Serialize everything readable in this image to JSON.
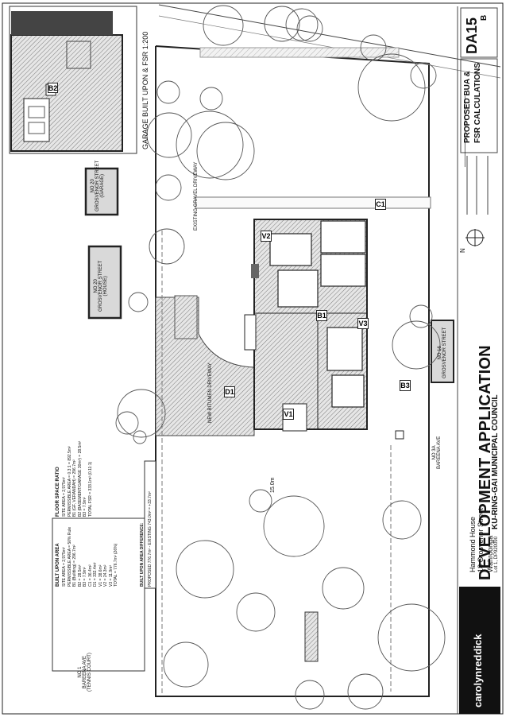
{
  "sheet": {
    "title": "DEVELOPMENT APPLICATION",
    "council": "KU-RING-GAI MUNICIPAL COUNCIL",
    "drawing_title_line1": "PROPOSED BUA &",
    "drawing_title_line2": "FSR CALCULATIONS",
    "drawing_number": "DA15",
    "revision": "B",
    "north_label": "N",
    "project_name": "Hammond House",
    "project_address": "18 Grosvenor Street",
    "project_suburb": "Wahroonga",
    "project_lot": "Lot 1, DP920090",
    "firm": "carolynreddick",
    "detail_title": "GARAGE BUILT UPON & FSR 1:200"
  },
  "neighbours": {
    "left": "NO 1\nBAREENA AVE\n(TENNIS COURT)",
    "bottom": "NO 3A\nBAREENA AVE",
    "right": "NO 16\nGROSVENOR STREET",
    "house": "NO 20\nGROSVENOR STREET\n(HOUSE)",
    "garage": "NO 20\nGROSVENOR STREET\n(GARAGE)"
  },
  "site_labels": {
    "existing_driveway": "EXISTING GRAVEL DRIVEWAY",
    "new_driveway": "NEW BITUMEN DRIVEWAY",
    "setback": "15.0m"
  },
  "tags": [
    "B1",
    "B2",
    "B3",
    "C1",
    "D1",
    "V1",
    "V2",
    "V3"
  ],
  "built_upon": {
    "title": "BUILT UPON AREA",
    "lines": [
      "SITE AREA = 2,975m²",
      "PERMISSIBLE AREA = 50% Rule",
      "B1 (Building) = 296.7m²",
      "B2 = 28.5m²",
      "B3 = 7.9m²",
      "C1 = 36.4m²",
      "D1 = 332.4m²",
      "V1 = 38.6m²",
      "V2 = 24.3m²",
      "V3 = 11.9m²",
      "TOTAL = 776.7m² (26%)"
    ],
    "difference_title": "BUILT UPON AREA DIFFERENCE:",
    "difference": "PROPOSED 776.7m² - EXISTING 743.0m² = +33.7m²"
  },
  "fsr": {
    "title": "FLOOR SPACE RATIO",
    "lines": [
      "SITE AREA = 2,975m²",
      "PERMISSIBLE AREA = 0.3:1 = 892.5m²",
      "B1 (GF, VERANDAH) = 296.7m²",
      "B2 (BASEMENT/GARAGE 30m²) = 28.5m²",
      "B3 = 7.9m²",
      "TOTAL FSR = 333.1m² (0.11:1)"
    ]
  },
  "colors": {
    "ink": "#1a1a1a",
    "hatch": "#8c8c8c",
    "neighbour_fill": "#d9d9d9",
    "logo_bg": "#111111"
  }
}
